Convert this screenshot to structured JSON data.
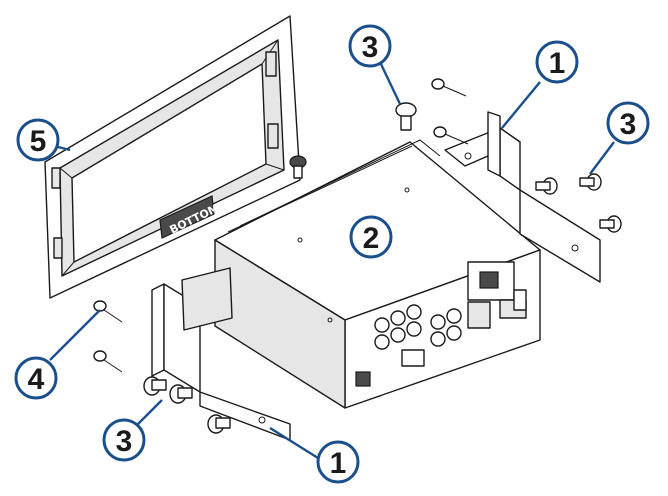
{
  "diagram": {
    "accent_color": "#1b4f8c",
    "trim_ring_stamp": "BOTTOM",
    "callouts": [
      {
        "id": "callout-bracket-top-right",
        "label": "1"
      },
      {
        "id": "callout-bracket-bottom",
        "label": "1"
      },
      {
        "id": "callout-head-unit",
        "label": "2"
      },
      {
        "id": "callout-screw-top",
        "label": "3"
      },
      {
        "id": "callout-screw-right",
        "label": "3"
      },
      {
        "id": "callout-screw-bottom-left",
        "label": "3"
      },
      {
        "id": "callout-mounting-screws",
        "label": "4"
      },
      {
        "id": "callout-trim-ring",
        "label": "5"
      }
    ]
  }
}
